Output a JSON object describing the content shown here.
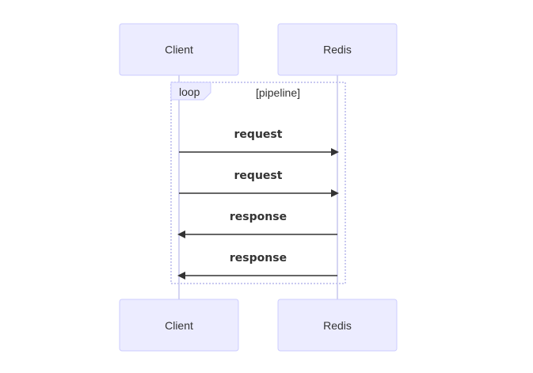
{
  "participants": [
    {
      "id": "client",
      "label": "Client"
    },
    {
      "id": "redis",
      "label": "Redis"
    }
  ],
  "loop": {
    "keyword": "loop",
    "condition": "[pipeline]"
  },
  "messages": [
    {
      "from": "client",
      "to": "redis",
      "label": "request"
    },
    {
      "from": "client",
      "to": "redis",
      "label": "request"
    },
    {
      "from": "redis",
      "to": "client",
      "label": "response"
    },
    {
      "from": "redis",
      "to": "client",
      "label": "response"
    }
  ]
}
